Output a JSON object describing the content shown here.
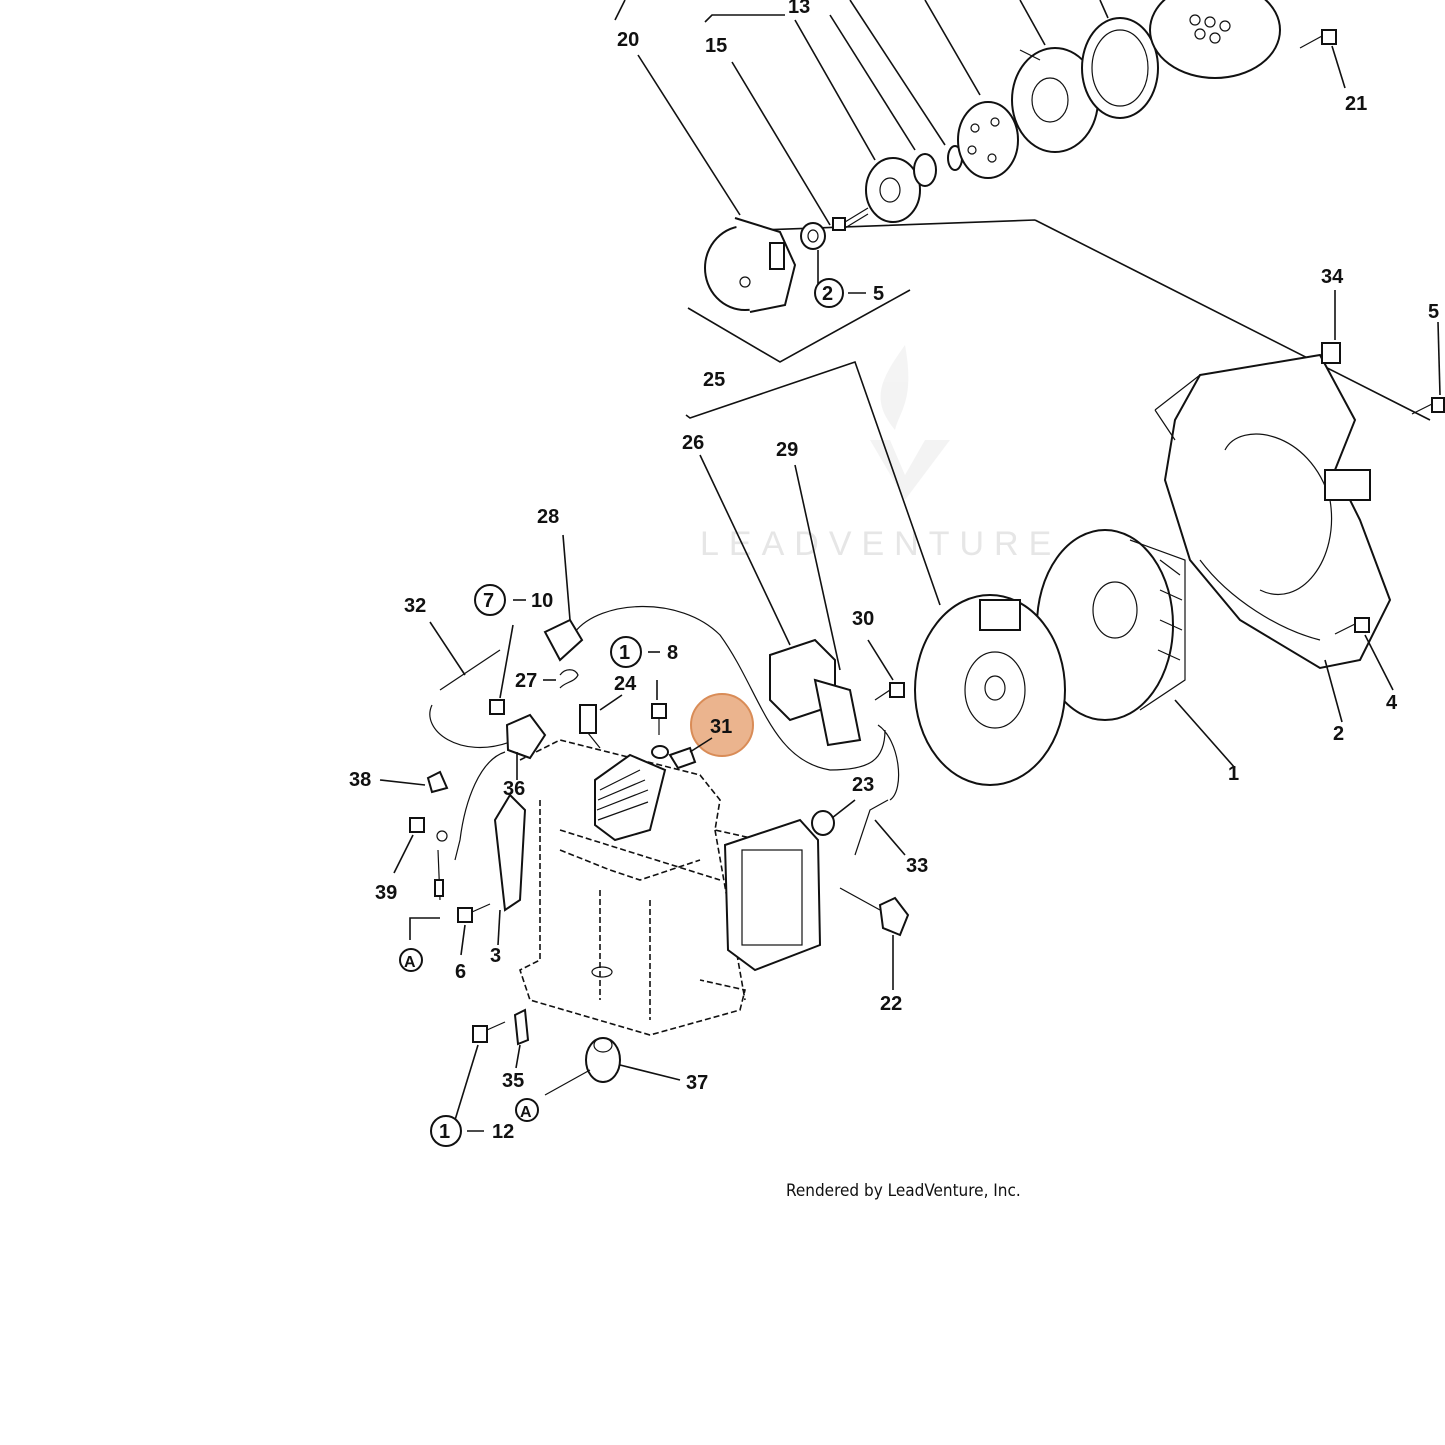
{
  "watermark": "LEADVENTURE",
  "credit": "Rendered by LeadVenture, Inc.",
  "highlight": {
    "label": "31",
    "color": "#e8a77a",
    "border": "#d98c57"
  },
  "callouts": {
    "c13": "13",
    "c15": "15",
    "c20": "20",
    "c21": "21",
    "c2_5_num": "2",
    "c2_5_suffix": "5",
    "c34": "34",
    "c5": "5",
    "c25": "25",
    "c26": "26",
    "c29": "29",
    "c28": "28",
    "c32": "32",
    "c7_10_num": "7",
    "c7_10_suffix": "10",
    "c1_8_num": "1",
    "c1_8_suffix": "8",
    "c27": "27",
    "c24": "24",
    "c30": "30",
    "c38": "38",
    "c36": "36",
    "c23": "23",
    "c33": "33",
    "c39": "39",
    "c6": "6",
    "c3": "3",
    "c22": "22",
    "c1": "1",
    "c2": "2",
    "c4": "4",
    "cA1": "A",
    "cA2": "A",
    "c35": "35",
    "c37": "37",
    "c1_12_num": "1",
    "c1_12_suffix": "12"
  }
}
